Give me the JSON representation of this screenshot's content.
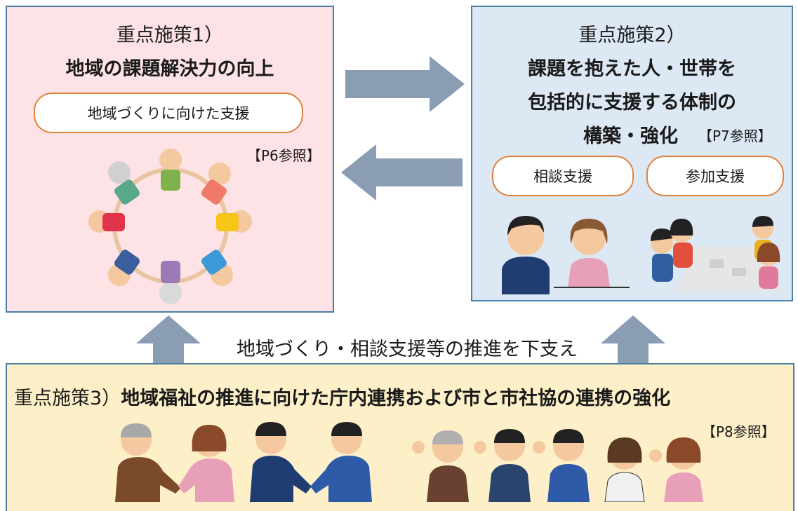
{
  "policy1": {
    "label": "重点施策1）",
    "title": "地域の課題解決力の向上",
    "support": "地域づくりに向けた支援",
    "ref": "【P6参照】"
  },
  "policy2": {
    "label": "重点施策2）",
    "title_line1": "課題を抱えた人・世帯を",
    "title_line2": "包括的に支援する体制の",
    "title_line3": "構築・強化",
    "ref": "【P7参照】",
    "support_a": "相談支援",
    "support_b": "参加支援"
  },
  "middle": {
    "text": "地域づくり・相談支援等の推進を下支え"
  },
  "policy3": {
    "label": "重点施策3）",
    "title": "地域福祉の推進に向けた庁内連携および市と市社協の連携の強化",
    "ref": "【P8参照】"
  },
  "colors": {
    "box_border": "#4a7fa7",
    "policy1_bg": "#fde3e6",
    "policy2_bg": "#dde8f5",
    "policy3_bg": "#fdf0c8",
    "pill_border": "#e0823c",
    "arrow": "#8a9db2"
  }
}
